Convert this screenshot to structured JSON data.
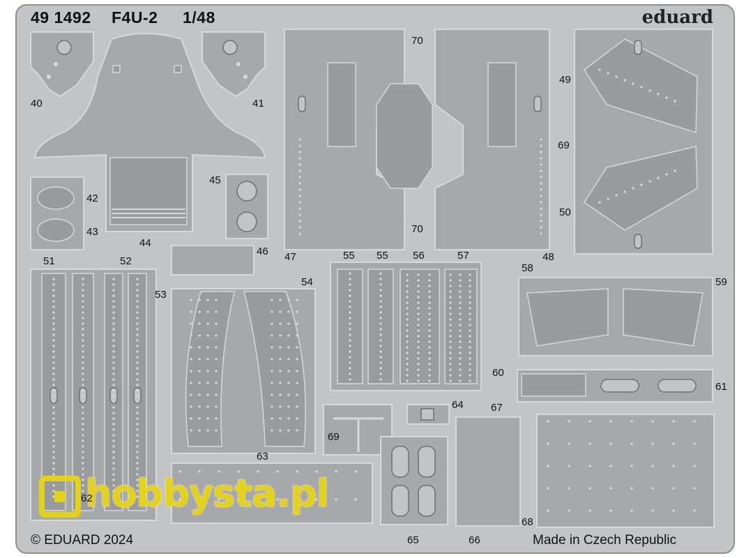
{
  "header": {
    "catalog_no": "49 1492",
    "model": "F4U-2",
    "scale": "1/48",
    "brand": "eduard"
  },
  "footer": {
    "copyright": "© EDUARD 2024",
    "origin": "Made in Czech Republic"
  },
  "part_numbers": {
    "p40": "40",
    "p41": "41",
    "p42": "42",
    "p43": "43",
    "p44": "44",
    "p45": "45",
    "p46": "46",
    "p47": "47",
    "p48": "48",
    "p49": "49",
    "p50": "50",
    "p51": "51",
    "p52": "52",
    "p53": "53",
    "p54": "54",
    "p55a": "55",
    "p55b": "55",
    "p56": "56",
    "p57": "57",
    "p58": "58",
    "p59": "59",
    "p60": "60",
    "p61": "61",
    "p62": "62",
    "p63": "63",
    "p64": "64",
    "p65": "65",
    "p66": "66",
    "p67": "67",
    "p68": "68",
    "p69a": "69",
    "p69b": "69",
    "p70a": "70",
    "p70b": "70"
  },
  "watermark": {
    "text": "hobbysta.pl",
    "color": "#e4d11a"
  },
  "colors": {
    "fret": "#c3c4c5",
    "part": "#a7a8aa",
    "rivet": "#d9dadb"
  }
}
